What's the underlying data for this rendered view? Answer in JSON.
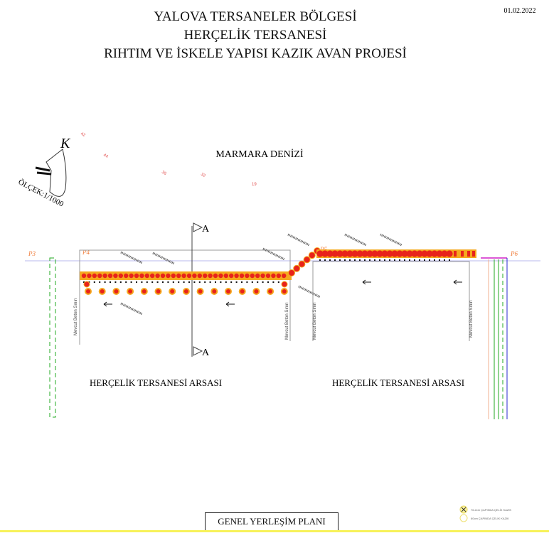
{
  "header": {
    "title_lines": [
      "YALOVA TERSANELER BÖLGESİ",
      "HERÇELİK TERSANESİ",
      "RIHTIM VE İSKELE YAPISI KAZIK AVAN PROJESİ"
    ],
    "date": "01.02.2022"
  },
  "north_arrow": {
    "letter": "K",
    "scale": "ÖLÇEK:1/1000"
  },
  "sea_label": "MARMARA DENİZİ",
  "depth_labels": [
    "42",
    "44",
    "36",
    "32",
    "19"
  ],
  "points": {
    "p3": "P3",
    "p4": "P4",
    "p5": "P5",
    "p6": "P6"
  },
  "section": {
    "marker": "A"
  },
  "boundary_label": "Mevcut Beton Sınırı",
  "land_labels": [
    "HERÇELİK TERSANESİ ARSASI",
    "HERÇELİK TERSANESİ ARSASI"
  ],
  "plan_title": "GENEL YERLEŞİM PLANI",
  "legend": [
    {
      "text": "76.2cm ÇAPINDA ÇELİK KAZIK"
    },
    {
      "text": "60cm ÇAPINDA ÇELİK KAZIK"
    }
  ],
  "colors": {
    "pile": "#e8231b",
    "pile_halo": "#f5a81e",
    "boundary": "#9a9a9a",
    "green": "#22aa22",
    "blue": "#2a2ad0",
    "magenta": "#d020c8",
    "annot": "#e25050"
  }
}
